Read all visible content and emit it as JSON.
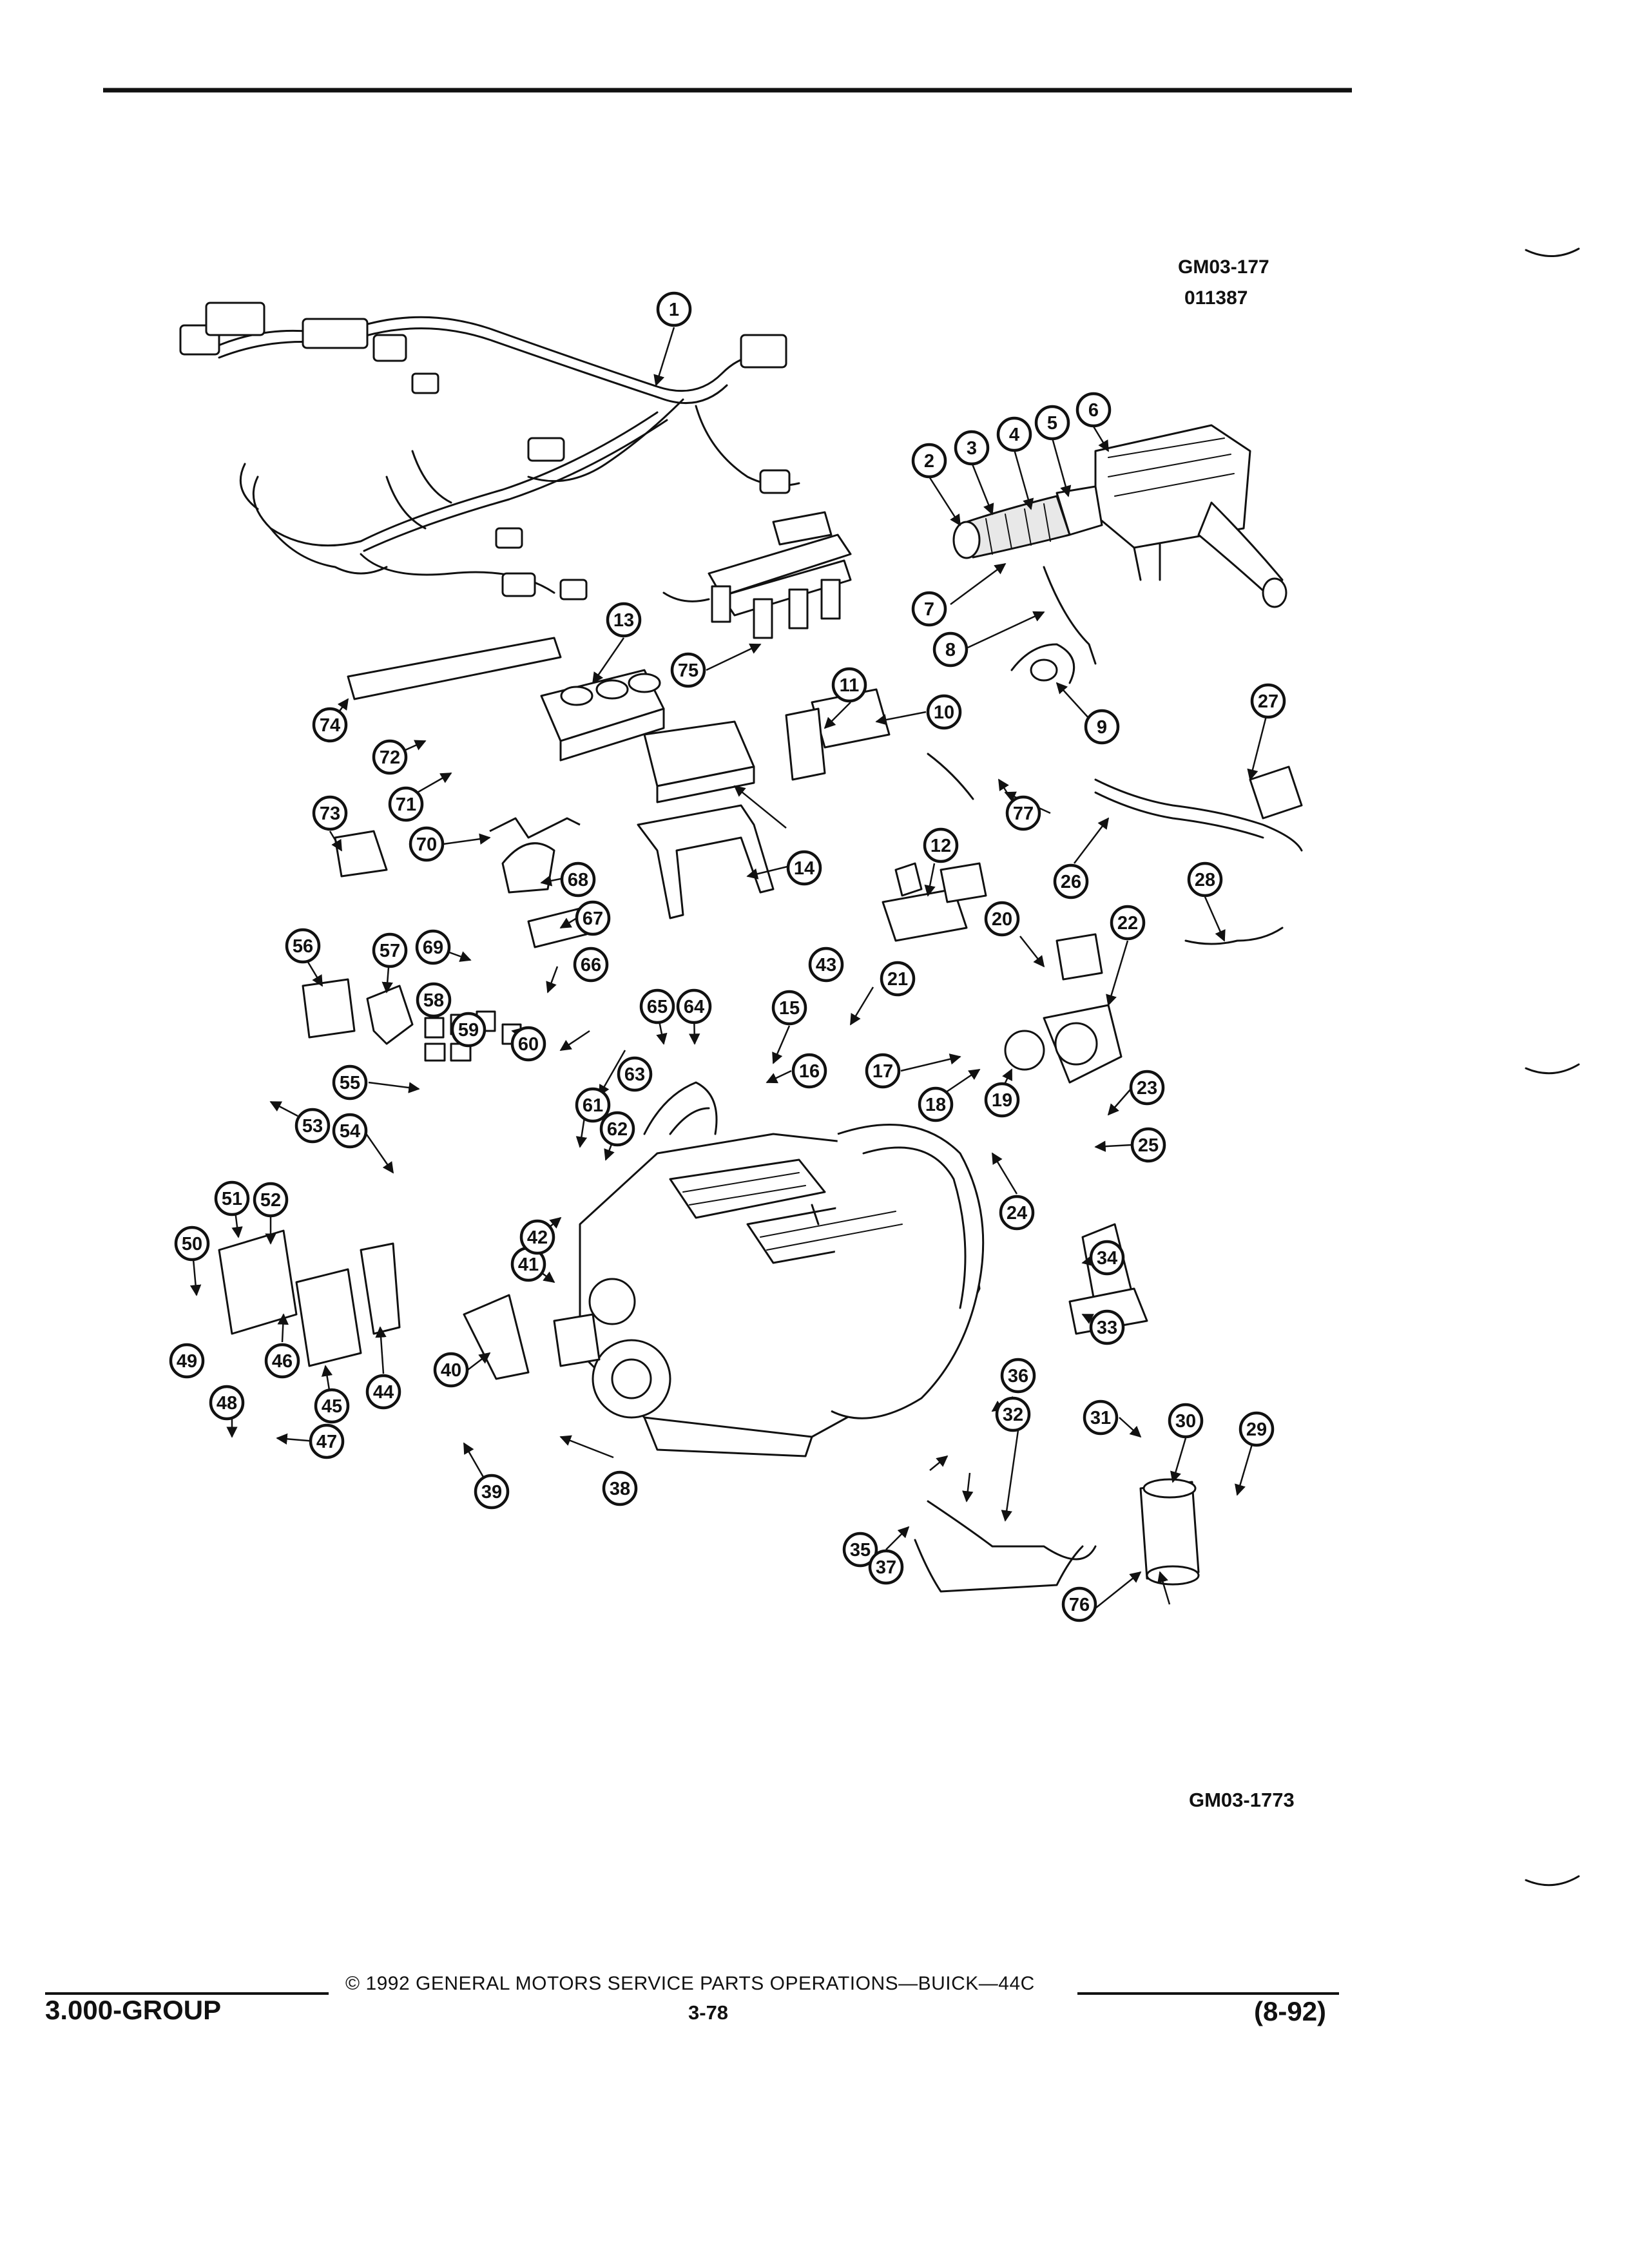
{
  "header": {
    "drawing_code": "GM03-177",
    "drawing_number": "011387"
  },
  "diagram": {
    "figure_code": "GM03-1773",
    "callouts": [
      "1",
      "2",
      "3",
      "4",
      "5",
      "6",
      "7",
      "8",
      "9",
      "10",
      "11",
      "12",
      "13",
      "14",
      "15",
      "16",
      "17",
      "18",
      "19",
      "20",
      "21",
      "22",
      "23",
      "24",
      "25",
      "26",
      "27",
      "28",
      "29",
      "30",
      "31",
      "32",
      "33",
      "34",
      "35",
      "36",
      "37",
      "38",
      "39",
      "40",
      "41",
      "42",
      "43",
      "44",
      "45",
      "46",
      "47",
      "48",
      "49",
      "50",
      "51",
      "52",
      "53",
      "54",
      "55",
      "56",
      "57",
      "58",
      "59",
      "60",
      "61",
      "62",
      "63",
      "64",
      "65",
      "66",
      "67",
      "68",
      "69",
      "70",
      "71",
      "72",
      "73",
      "74",
      "75",
      "76",
      "77"
    ]
  },
  "footer": {
    "group": "3.000-GROUP",
    "copyright": "© 1992 GENERAL MOTORS SERVICE PARTS OPERATIONS—BUICK—44C",
    "page_number": "3-78",
    "revision": "(8-92)"
  }
}
